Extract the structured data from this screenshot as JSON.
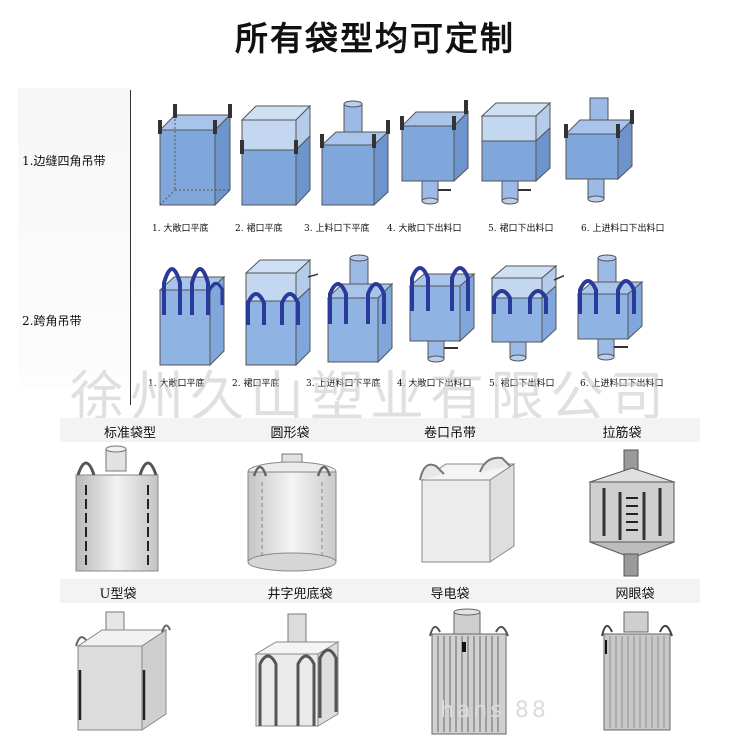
{
  "page": {
    "title": "所有袋型均可定制",
    "watermark": "徐州久山塑业有限公司",
    "bottom_watermark": "hans 88"
  },
  "top_section": {
    "rows": [
      {
        "label": "1.边缝四角吊带",
        "captions": [
          "1. 大敞口平底",
          "2. 裙口平底",
          "3. 上料口下平底",
          "4. 大敞口下出料口",
          "5. 裙口下出料口",
          "6. 上进料口下出料口"
        ]
      },
      {
        "label": "2.跨角吊带",
        "captions": [
          "1. 大敞口平底",
          "2. 裙口平底",
          "3. 上进料口下平底",
          "4. 大敞口下出料口",
          "5. 裙口下出料口",
          "6. 上进料口下出料口"
        ]
      }
    ]
  },
  "gallery": {
    "row1": [
      "标准袋型",
      "圆形袋",
      "卷口吊带",
      "拉筋袋"
    ],
    "row2": [
      "U型袋",
      "井字兜底袋",
      "导电袋",
      "网眼袋"
    ]
  },
  "colors": {
    "bag_blue": "#7fa7dc",
    "strap_blue": "#2a3a9a",
    "grey_bag": "#d9d9d9"
  }
}
